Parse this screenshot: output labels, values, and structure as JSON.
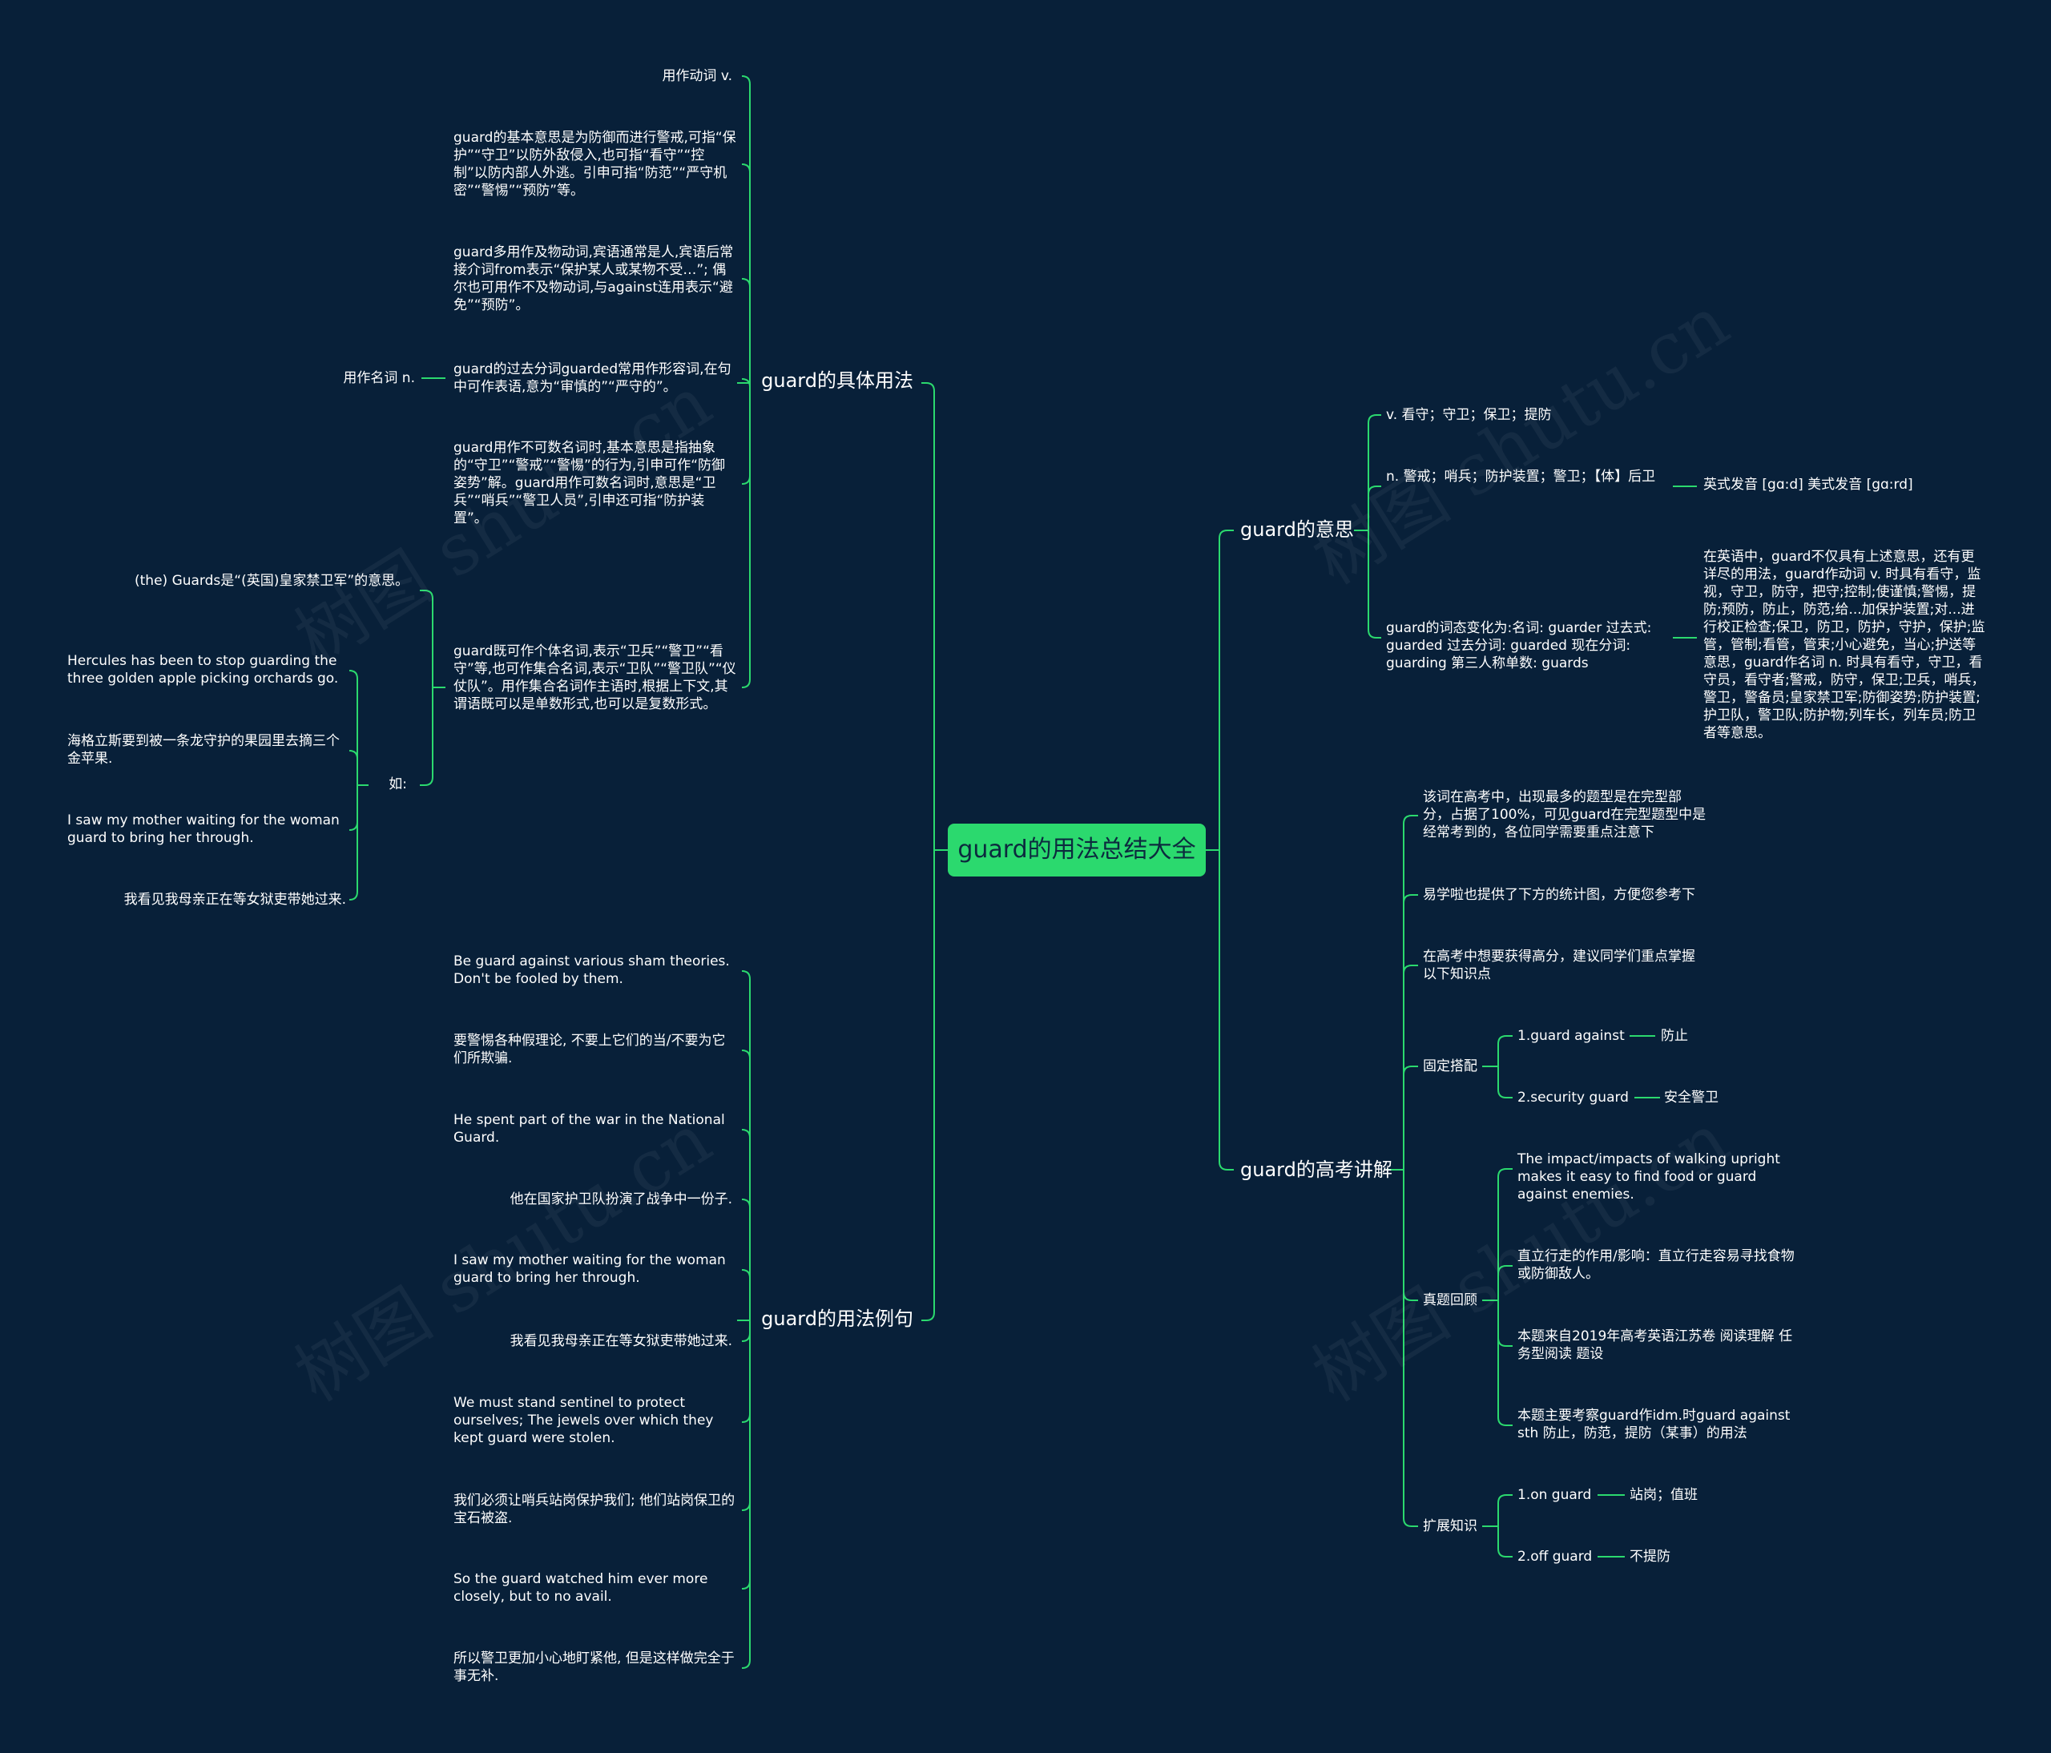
{
  "root": "guard的用法总结大全",
  "watermark": "树图 shutu.cn",
  "colors": {
    "background": "#082039",
    "line": "#2bd96e",
    "root_fill": "#2bd96e",
    "text": "#ffffff"
  },
  "left": {
    "usage": {
      "label": "guard的具体用法",
      "verb_label": "用作动词 v.",
      "verb_items": [
        "guard的基本意思是为防御而进行警戒,可指“保护”“守卫”以防外敌侵入,也可指“看守”“控制”以防内部人外逃。引申可指“防范”“严守机密”“警惕”“预防”等。",
        "guard多用作及物动词,宾语通常是人,宾语后常接介词from表示“保护某人或某物不受…”; 偶尔也可用作不及物动词,与against连用表示“避免”“预防”。",
        "guard的过去分词guarded常用作形容词,在句中可作表语,意为“审慎的”“严守的”。"
      ],
      "noun_label": "用作名词 n.",
      "noun_items": [
        "guard用作不可数名词时,基本意思是指抽象的“守卫”“警戒”“警惕”的行为,引申可作“防御姿势”解。guard用作可数名词时,意思是“卫兵”“哨兵”“警卫人员”,引申还可指“防护装置”。",
        "guard既可作个体名词,表示“卫兵”“警卫”“看守”等,也可作集合名词,表示“卫队”“警卫队”“仪仗队”。用作集合名词作主语时,根据上下文,其谓语既可以是单数形式,也可以是复数形式。"
      ],
      "guards_note": "(the) Guards是“(英国)皇家禁卫军”的意思。",
      "example_label": "如:",
      "examples": [
        "Hercules has been to stop guarding the three golden apple picking orchards go.",
        "海格立斯要到被一条龙守护的果园里去摘三个金苹果.",
        "I saw my mother waiting for the woman guard to bring her through.",
        "我看见我母亲正在等女狱吏带她过来."
      ]
    },
    "sentences": {
      "label": "guard的用法例句",
      "items": [
        "Be guard against various sham theories. Don't be fooled by them.",
        "要警惕各种假理论, 不要上它们的当/不要为它们所欺骗.",
        "He spent part of the war in the National Guard.",
        "他在国家护卫队扮演了战争中一份子.",
        "I saw my mother waiting for the woman guard to bring her through.",
        "我看见我母亲正在等女狱吏带她过来.",
        "We must stand sentinel to protect ourselves; The jewels over which they kept guard were stolen.",
        "我们必须让哨兵站岗保护我们; 他们站岗保卫的宝石被盗.",
        "So the guard watched him ever more closely, but to no avail.",
        "所以警卫更加小心地盯紧他, 但是这样做完全于事无补."
      ]
    }
  },
  "right": {
    "meaning": {
      "label": "guard的意思",
      "v": "v. 看守；守卫；保卫；提防",
      "n": "n. 警戒；哨兵；防护装置；警卫；【体】后卫",
      "pron": "英式发音 [gɑ:d] 美式发音 [gɑ:rd]",
      "forms": "guard的词态变化为:名词: guarder 过去式: guarded 过去分词: guarded 现在分词: guarding 第三人称单数: guards",
      "detail": "在英语中，guard不仅具有上述意思，还有更详尽的用法，guard作动词 v. 时具有看守，监视，守卫，防守，把守;控制;使谨慎;警惕，提防;预防，防止，防范;给...加保护装置;对...进行校正检查;保卫，防卫，防护，守护，保护;监管，管制;看管，管束;小心避免，当心;护送等意思，guard作名词 n. 时具有看守，守卫，看守员，看守者;警戒，防守，保卫;卫兵，哨兵，警卫，警备员;皇家禁卫军;防御姿势;防护装置;护卫队，警卫队;防护物;列车长，列车员;防卫者等意思。"
    },
    "exam": {
      "label": "guard的高考讲解",
      "intro": [
        "该词在高考中，出现最多的题型是在完型部分，占据了100%，可见guard在完型题型中是经常考到的，各位同学需要重点注意下",
        "易学啦也提供了下方的统计图，方便您参考下",
        "在高考中想要获得高分，建议同学们重点掌握以下知识点"
      ],
      "fixed": {
        "label": "固定搭配",
        "items": [
          {
            "phrase": "1.guard against",
            "meaning": "防止"
          },
          {
            "phrase": "2.security guard",
            "meaning": "安全警卫"
          }
        ]
      },
      "review": {
        "label": "真题回顾",
        "items": [
          "The impact/impacts of walking upright makes it easy to find food or guard against enemies.",
          "直立行走的作用/影响：直立行走容易寻找食物或防御敌人。",
          "本题来自2019年高考英语江苏卷 阅读理解 任务型阅读 题设",
          "本题主要考察guard作idm.时guard against sth 防止，防范，提防（某事）的用法"
        ]
      },
      "extend": {
        "label": "扩展知识",
        "items": [
          {
            "phrase": "1.on guard",
            "meaning": "站岗；值班"
          },
          {
            "phrase": "2.off guard",
            "meaning": "不提防"
          }
        ]
      }
    }
  }
}
